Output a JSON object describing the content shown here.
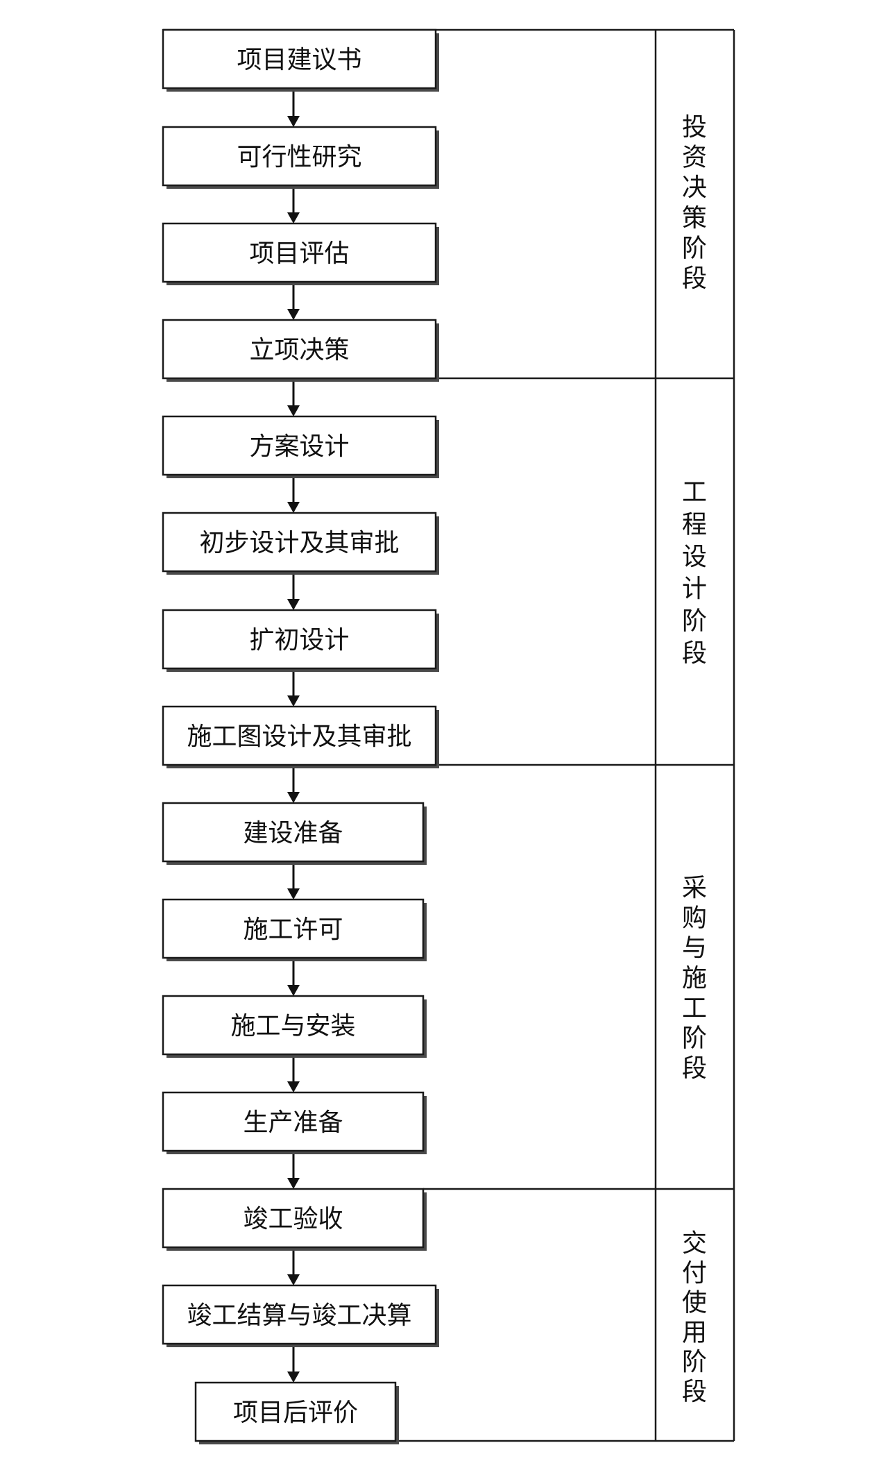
{
  "steps": [
    {
      "label": "项目建议书"
    },
    {
      "label": "可行性研究"
    },
    {
      "label": "项目评估"
    },
    {
      "label": "立项决策"
    },
    {
      "label": "方案设计"
    },
    {
      "label": "初步设计及其审批"
    },
    {
      "label": "扩初设计"
    },
    {
      "label": "施工图设计及其审批"
    },
    {
      "label": "建设准备"
    },
    {
      "label": "施工许可"
    },
    {
      "label": "施工与安装"
    },
    {
      "label": "生产准备"
    },
    {
      "label": "竣工验收"
    },
    {
      "label": "竣工结算与竣工决算"
    },
    {
      "label": "项目后评价"
    }
  ],
  "stages": [
    {
      "label": "投资决策阶段"
    },
    {
      "label": "工程设计阶段"
    },
    {
      "label": "采购与施工阶段"
    },
    {
      "label": "交付使用阶段"
    }
  ]
}
